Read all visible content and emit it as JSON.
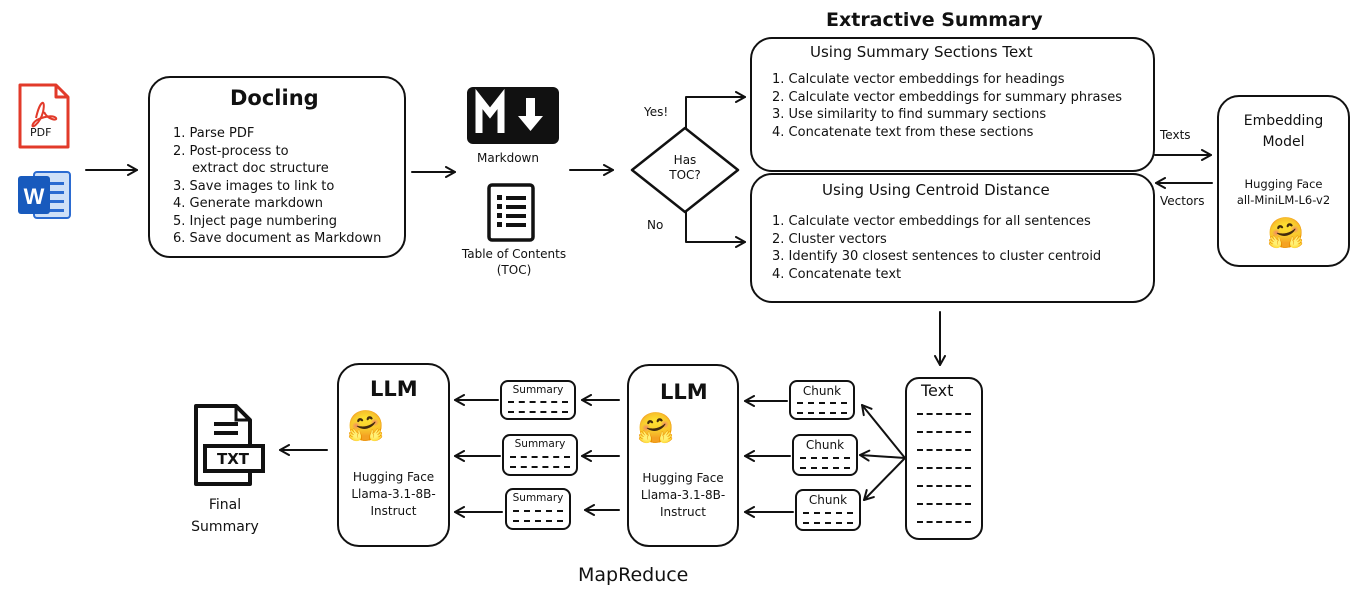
{
  "inputs": {
    "pdf_label": "PDF"
  },
  "docling": {
    "title": "Docling",
    "steps": [
      "1. Parse PDF",
      "2. Post-process to",
      "extract doc structure",
      "3. Save images to link to",
      "4. Generate markdown",
      "5. Inject page numbering",
      "6. Save document as Markdown"
    ]
  },
  "markdown_label": "Markdown",
  "toc_label": [
    "Table of Contents",
    "(TOC)"
  ],
  "decision": {
    "line1": "Has",
    "line2": "TOC?",
    "yes": "Yes!",
    "no": "No"
  },
  "extractive": {
    "title": "Extractive Summary",
    "sections": {
      "title": "Using Summary Sections Text",
      "steps": [
        "1. Calculate vector embeddings for headings",
        "2. Calculate vector embeddings for summary phrases",
        "3. Use similarity to find summary sections",
        "4. Concatenate text from these sections"
      ]
    },
    "centroid": {
      "title": "Using Using Centroid Distance",
      "steps": [
        "1. Calculate vector embeddings for all sentences",
        "2. Cluster vectors",
        "3. Identify 30 closest sentences to cluster centroid",
        "4. Concatenate text"
      ]
    }
  },
  "embedding": {
    "title": [
      "Embedding",
      "Model"
    ],
    "provider": "Hugging Face",
    "model": "all-MiniLM-L6-v2",
    "texts_label": "Texts",
    "vectors_label": "Vectors"
  },
  "text_box": {
    "title": "Text"
  },
  "chunk_label": "Chunk",
  "summary_label": "Summary",
  "llm": {
    "title": "LLM",
    "provider": "Hugging Face",
    "model": [
      "Llama-3.1-8B-",
      "Instruct"
    ]
  },
  "final": {
    "file_label": "TXT",
    "caption": [
      "Final",
      "Summary"
    ]
  },
  "mapreduce_label": "MapReduce",
  "icons": {
    "pdf": "pdf-file-icon",
    "word": "word-document-icon",
    "duck": "docling-duck-logo",
    "markdown": "markdown-logo-icon",
    "toc": "table-of-contents-icon",
    "hugging_face": "hugging-face-emoji-icon",
    "meta": "meta-logo-icon",
    "txt": "txt-file-icon"
  }
}
